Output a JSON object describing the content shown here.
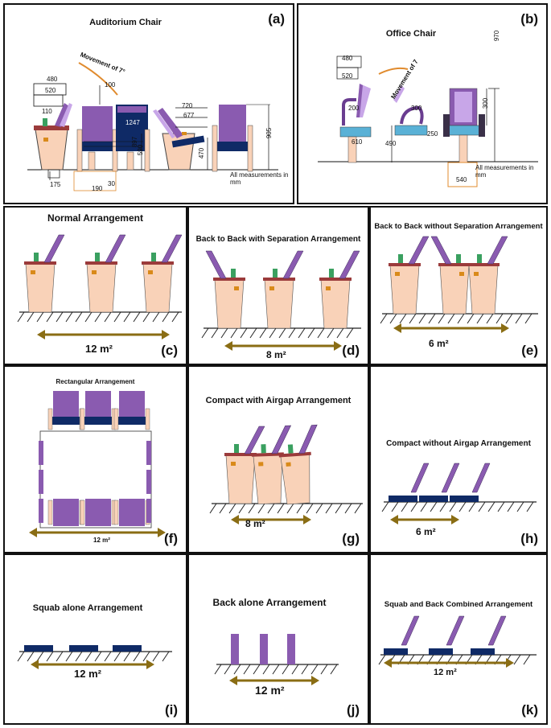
{
  "colors": {
    "beige": "#f9d2b8",
    "purple": "#8a5bb0",
    "lightpurple": "#c8a6e8",
    "green": "#3aa060",
    "brown": "#9b3b3b",
    "navy": "#0f2a66",
    "blue": "#5ab1d6",
    "orange": "#d98a1a",
    "gold": "#8a6d14"
  },
  "panels": {
    "a": {
      "title": "Auditorium Chair",
      "label": "(a)",
      "movement": "Movement of 7°",
      "note": "All measurements in mm",
      "dims": [
        "480",
        "520",
        "110",
        "100",
        "175",
        "190",
        "30",
        "590",
        "897",
        "1247",
        "470",
        "720",
        "677",
        "905"
      ]
    },
    "b": {
      "title": "Office Chair",
      "label": "(b)",
      "movement": "Movement of 7",
      "note": "All measurements in mm",
      "dims": [
        "480",
        "520",
        "200",
        "300",
        "610",
        "250",
        "490",
        "300",
        "970",
        "540"
      ]
    },
    "c": {
      "title": "Normal Arrangement",
      "label": "(c)",
      "area": "12 m²"
    },
    "d": {
      "title": "Back to Back with Separation Arrangement",
      "label": "(d)",
      "area": "8 m²"
    },
    "e": {
      "title": "Back to Back without Separation Arrangement",
      "label": "(e)",
      "area": "6 m²"
    },
    "f": {
      "title": "Rectangular Arrangement",
      "label": "(f)",
      "area": "12 m²"
    },
    "g": {
      "title": "Compact with Airgap Arrangement",
      "label": "(g)",
      "area": "8 m²"
    },
    "h": {
      "title": "Compact without Airgap Arrangement",
      "label": "(h)",
      "area": "6 m²"
    },
    "i": {
      "title": "Squab alone Arrangement",
      "label": "(i)",
      "area": "12 m²"
    },
    "j": {
      "title": "Back alone Arrangement",
      "label": "(j)",
      "area": "12 m²"
    },
    "k": {
      "title": "Squab and Back Combined Arrangement",
      "label": "(k)",
      "area": "12 m²"
    }
  }
}
